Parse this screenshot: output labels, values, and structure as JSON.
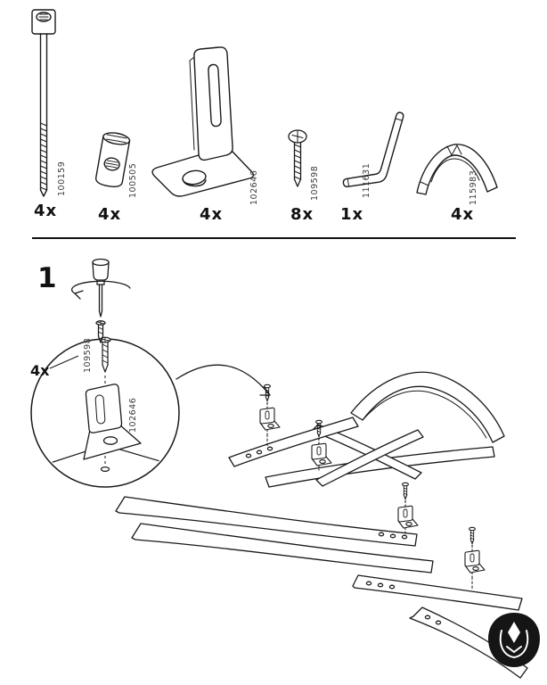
{
  "parts": {
    "items": [
      {
        "name": "hex-socket-bolt",
        "id": "100159",
        "qty": "4x"
      },
      {
        "name": "barrel-nut",
        "id": "100505",
        "qty": "4x"
      },
      {
        "name": "corner-bracket",
        "id": "102646",
        "qty": "4x"
      },
      {
        "name": "wood-screw",
        "id": "109598",
        "qty": "8x"
      },
      {
        "name": "allen-key",
        "id": "111631",
        "qty": "1x"
      },
      {
        "name": "curved-trim",
        "id": "115983",
        "qty": "4x"
      }
    ]
  },
  "step": {
    "number": "1",
    "callout": {
      "qty": "4x",
      "screw_id": "109598",
      "bracket_id": "102646"
    }
  },
  "colors": {
    "line": "#1a1a1a",
    "label": "#3a3a3a",
    "logo_bg": "#151515"
  }
}
